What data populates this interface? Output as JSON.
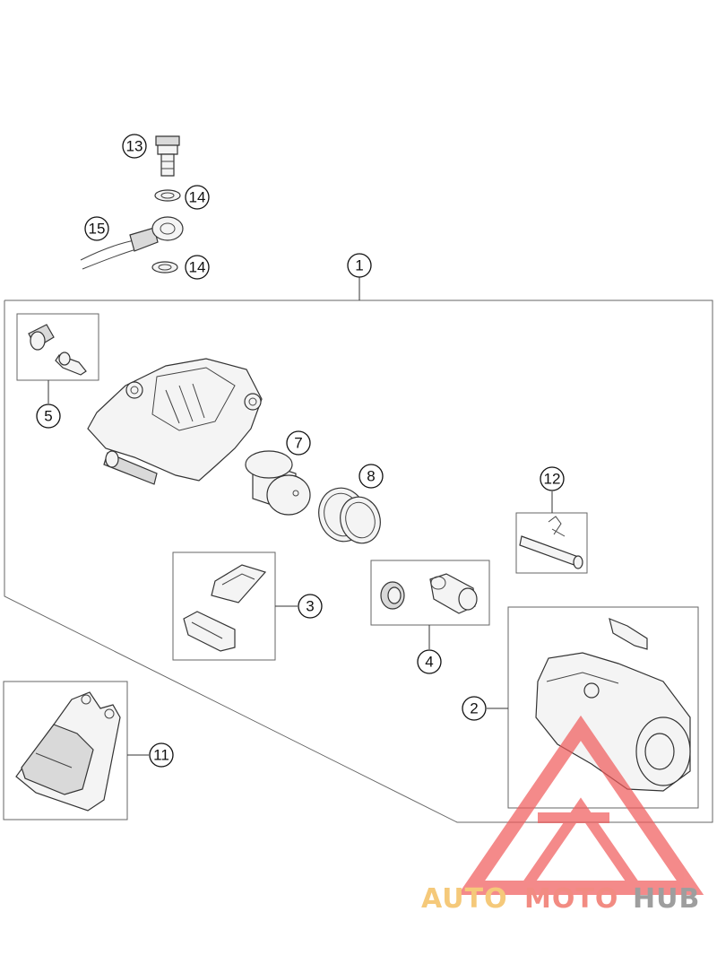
{
  "callouts": {
    "c1": "1",
    "c2": "2",
    "c3": "3",
    "c4": "4",
    "c5": "5",
    "c7": "7",
    "c8": "8",
    "c11": "11",
    "c12": "12",
    "c13": "13",
    "c14a": "14",
    "c14b": "14",
    "c15": "15"
  },
  "watermark": {
    "part1": "AUTO",
    "part2": "MOTO",
    "part3": "HUB",
    "color1": "#f5c97a",
    "color2": "#f28b82",
    "color3": "#9e9e9e",
    "logo_color": "#f05a5a"
  }
}
